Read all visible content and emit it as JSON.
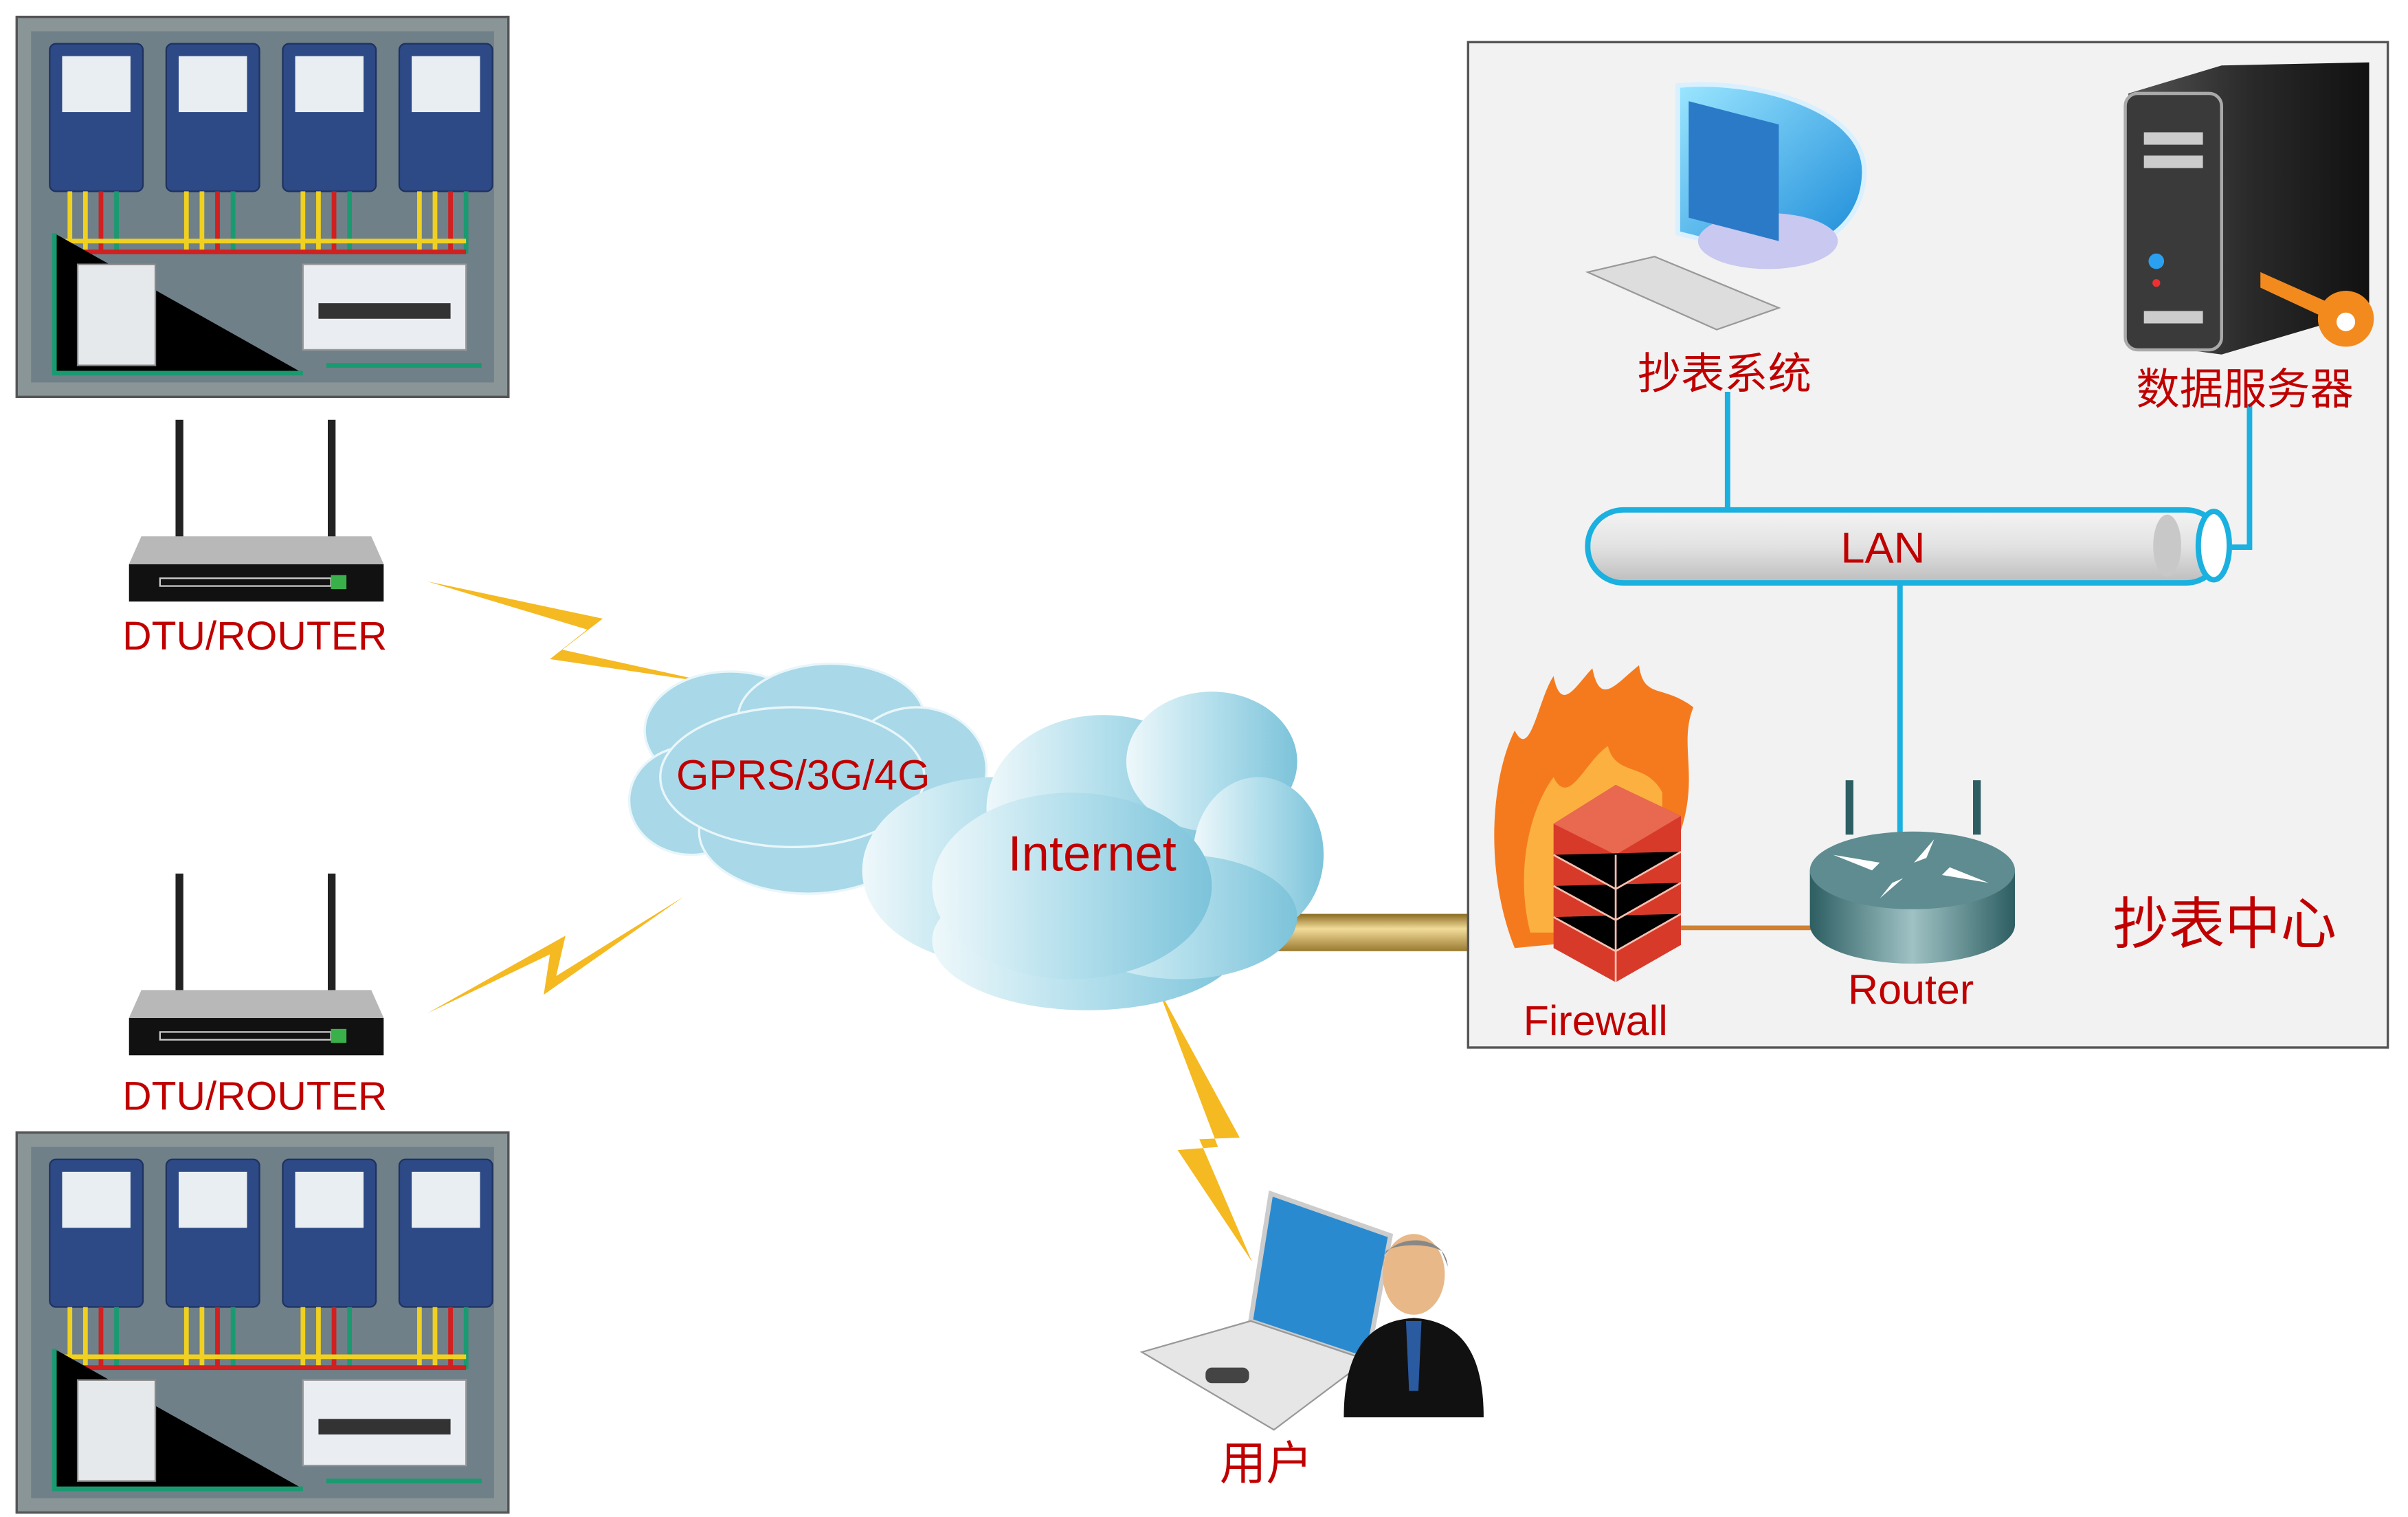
{
  "labels": {
    "dtu_router_top": "DTU/ROUTER",
    "dtu_router_bottom": "DTU/ROUTER",
    "gprs": "GPRS/3G/4G",
    "internet": "Internet",
    "meter_system": "抄表系统",
    "data_server": "数据服务器",
    "lan": "LAN",
    "firewall": "Firewall",
    "router": "Router",
    "center": "抄表中心",
    "user": "用户"
  },
  "colors": {
    "label_text": "#c00000",
    "lan_line": "#1ab0e0",
    "lightning": "#f5b921",
    "cloud": "#a9d8e8",
    "center_bg": "#f2f2f2",
    "wan_pipe": "#c8a040"
  },
  "icons": [
    "electric-meter-box",
    "wireless-router",
    "lightning-link",
    "cloud",
    "desktop-computer",
    "server-with-key",
    "lan-pipe",
    "firewall",
    "network-router",
    "laptop",
    "user-person"
  ]
}
